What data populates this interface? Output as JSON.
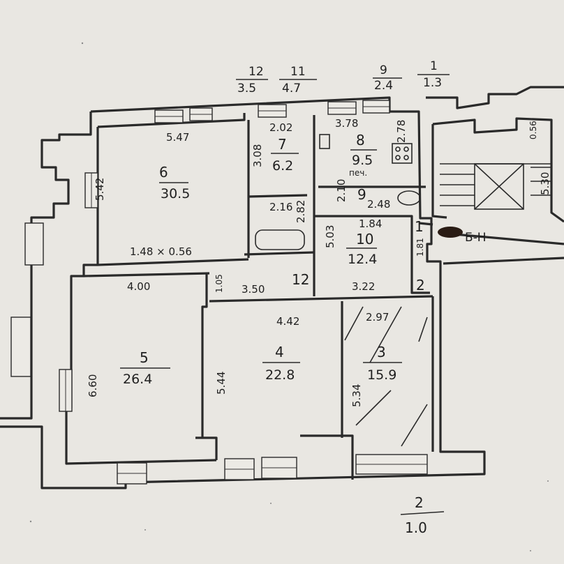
{
  "rooms": {
    "r6": {
      "num": "6",
      "area": "30.5",
      "w": "5.47",
      "h": "5.42"
    },
    "r7": {
      "num": "7",
      "area": "6.2",
      "w": "2.02",
      "h": "3.08"
    },
    "r8": {
      "num": "8",
      "area": "9.5",
      "w": "3.78",
      "h": "2.78"
    },
    "r9": {
      "num": "9",
      "w": "2.48",
      "h": "2.10"
    },
    "r10": {
      "num": "10",
      "area": "12.4",
      "w": "1.84",
      "h": "5.03"
    },
    "r5": {
      "num": "5",
      "area": "26.4",
      "w": "4.00",
      "h": "6.60"
    },
    "r4": {
      "num": "4",
      "area": "22.8",
      "w": "4.42",
      "h": "5.44"
    },
    "r3": {
      "num": "3",
      "area": "15.9",
      "w": "2.97",
      "h": "5.34"
    },
    "r11": {
      "num": "11",
      "area": "4.7"
    },
    "r12": {
      "num": "12",
      "area": "3.5"
    }
  },
  "labels": {
    "bath_w": "2.16",
    "bath_h": "2.82",
    "closet": "1.48 × 0.56",
    "corr_w": "3.50",
    "corr_d": "1.05",
    "corr_n": "12",
    "hall_w": "3.22",
    "hall_n": "2",
    "small_h": "1.81",
    "small_n": "1",
    "stair_w": "0.56",
    "stair_h": "5.30",
    "stair_mark": "Б-Н",
    "kitchen_label": "печ.",
    "ext_top1_num": "9",
    "ext_top1_area": "2.4",
    "ext_top2_num": "1",
    "ext_top2_area": "1.3",
    "ext_bottom_num": "2",
    "ext_bottom_area": "1.0"
  }
}
